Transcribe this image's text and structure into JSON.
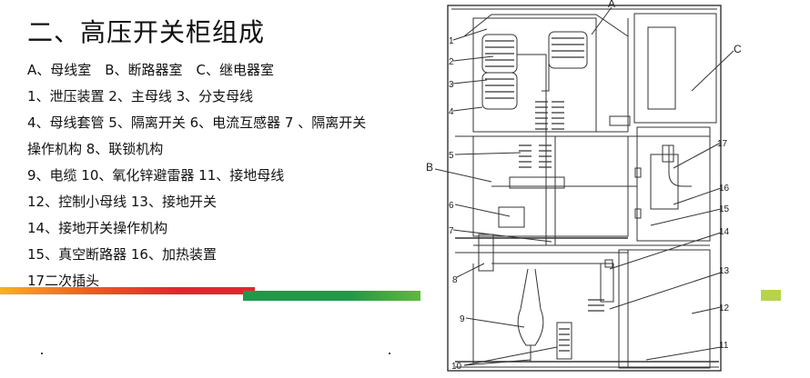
{
  "slide": {
    "title": "二、高压开关柜组成",
    "legend_lines": [
      "A、母线室　B、断路器室　C、继电器室",
      "1、泄压装置 2、主母线 3、分支母线",
      "4、母线套管 5、隔离开关 6、电流互感器 7 、隔离开关",
      "操作机构 8、联锁机构",
      "9、电缆 10、氧化锌避雷器 11、接地母线",
      "12、控制小母线 13、接地开关",
      "14、接地开关操作机构",
      "15、真空断路器 16、加热装置",
      "17二次插头"
    ]
  },
  "drawing": {
    "section_labels": [
      "A",
      "B",
      "C"
    ],
    "left_callouts": [
      "1",
      "2",
      "3",
      "4",
      "5",
      "6",
      "7",
      "8",
      "9",
      "10"
    ],
    "right_callouts": [
      "17",
      "16",
      "15",
      "14",
      "13",
      "12",
      "11"
    ]
  },
  "colors": {
    "band_red": "#e3262d",
    "band_orange": "#f7b21e",
    "band_green": "#1d9a47",
    "band_lime": "#b7d34a"
  }
}
